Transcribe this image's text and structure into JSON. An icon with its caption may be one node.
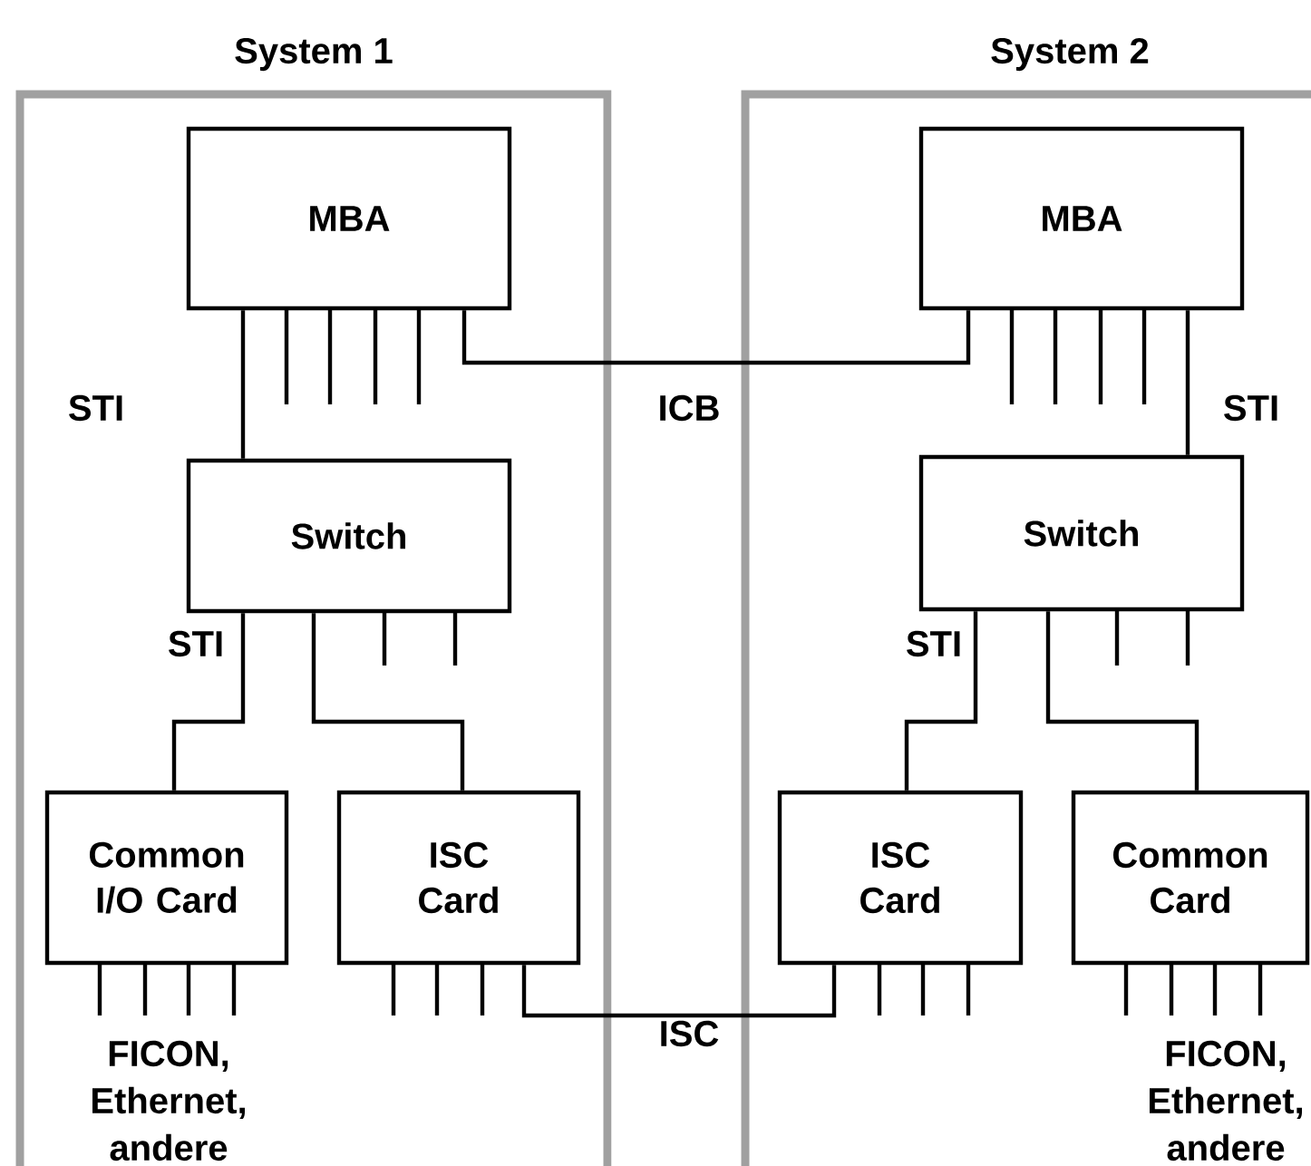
{
  "diagram": {
    "nodes": [
      {
        "text": [
          "System 1"
        ]
      },
      {
        "text": [
          "MBA"
        ],
        "in": 0
      },
      {
        "text": [
          "Switch"
        ],
        "in": 0
      },
      {
        "text": [
          "Common I/O Card"
        ],
        "in": 0
      },
      {
        "text": [
          "ISC Card"
        ],
        "in": 0
      },
      {
        "text": [
          "System 2"
        ]
      },
      {
        "text": [
          "MBA"
        ],
        "in": 5
      },
      {
        "text": [
          "Switch"
        ],
        "in": 5
      },
      {
        "text": [
          "ISC Card"
        ],
        "in": 5
      },
      {
        "text": [
          "Common Card"
        ],
        "in": 5
      }
    ],
    "edges": [
      {
        "from": 1,
        "to": 2,
        "arrow": "none",
        "label": "STI"
      },
      {
        "from": 2,
        "to": 3,
        "arrow": "none",
        "label": "STI"
      },
      {
        "from": 2,
        "to": 4,
        "arrow": "none"
      },
      {
        "from": 1,
        "to": 6,
        "arrow": "none",
        "label": "ICB"
      },
      {
        "from": 4,
        "to": 8,
        "arrow": "none",
        "label": "ISC"
      },
      {
        "from": 6,
        "to": 7,
        "arrow": "none",
        "label": "STI"
      },
      {
        "from": 7,
        "to": 8,
        "arrow": "none",
        "label": "STI"
      },
      {
        "from": 7,
        "to": 9,
        "arrow": "none"
      }
    ],
    "labels": [
      "FICON, Ethernet, andere",
      "FICON, Ethernet, andere"
    ]
  }
}
